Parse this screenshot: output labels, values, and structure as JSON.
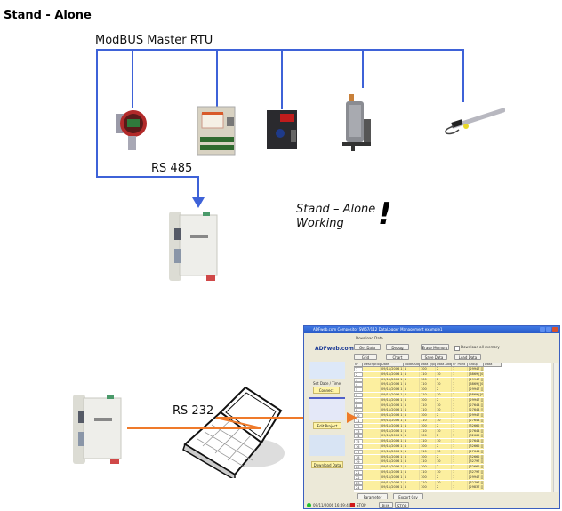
{
  "title": "Stand - Alone",
  "diagram": {
    "bus_label": "ModBUS Master RTU",
    "rs485_label": "RS 485",
    "rs232_label": "RS 232",
    "note_line1": "Stand – Alone",
    "note_line2": "Working",
    "note_mark": "!",
    "colors": {
      "bus": "#3e62d8",
      "serial": "#ef7a2a"
    },
    "devices": [
      "gas-detector",
      "plc-io-module",
      "controller-display",
      "boiler-tank",
      "temperature-probe"
    ]
  },
  "app": {
    "window_title": "ADFweb.com  Compositor SW67/112 DataLogger Management  example1",
    "logo": "ADFweb.com",
    "group_label": "Download Data",
    "buttons": {
      "get_data": "Get Data",
      "debug": "Debug",
      "erase_memory": "Erase Memory",
      "download_all": "Download all memory",
      "grid": "Grid",
      "chart": "Chart",
      "save_data": "Save Data",
      "load_data": "Load Data",
      "set_date_time": "Set Date / Time",
      "connect": "Connect",
      "edit_project": "Edit Project",
      "download_data": "Download Data",
      "parameter": "Parameter",
      "export_csv": "Export Csv",
      "run": "RUN",
      "stop": "STOP"
    },
    "table": {
      "columns": [
        "N°",
        "Description",
        "Date",
        "Node Addr",
        "Data Type",
        "Data Addr",
        "N° Point",
        "Group",
        "Data"
      ],
      "rows": [
        [
          "1",
          "",
          "09/11/2006 1",
          "1",
          "100",
          "2",
          "1",
          "[29947 []0"
        ],
        [
          "2",
          "",
          "09/11/2006 1",
          "1",
          "110",
          "10",
          "1",
          "[6869 []0 ]"
        ],
        [
          "3",
          "",
          "09/11/2006 1",
          "1",
          "100",
          "2",
          "1",
          "[29947 []0"
        ],
        [
          "4",
          "",
          "09/11/2006 1",
          "1",
          "110",
          "10",
          "1",
          "[6869 []0 ]"
        ],
        [
          "5",
          "",
          "09/11/2006 1",
          "1",
          "100",
          "2",
          "1",
          "[29947 []0"
        ],
        [
          "6",
          "",
          "09/11/2006 1",
          "1",
          "110",
          "10",
          "1",
          "[6869 []0 ]"
        ],
        [
          "7",
          "",
          "09/11/2006 1",
          "1",
          "100",
          "2",
          "1",
          "[29947 []0"
        ],
        [
          "8",
          "",
          "09/11/2006 1",
          "1",
          "110",
          "10",
          "1",
          "[27644 []0"
        ],
        [
          "9",
          "",
          "09/11/2006 1",
          "1",
          "110",
          "10",
          "1",
          "[27644 []0"
        ],
        [
          "10",
          "",
          "09/11/2006 1",
          "1",
          "100",
          "2",
          "1",
          "[29947 []0"
        ],
        [
          "11",
          "",
          "09/11/2006 1",
          "1",
          "110",
          "10",
          "1",
          "[27644 []0"
        ],
        [
          "12",
          "",
          "09/11/2006 1",
          "1",
          "100",
          "2",
          "1",
          "[32662 []0"
        ],
        [
          "13",
          "",
          "09/11/2006 1",
          "1",
          "110",
          "10",
          "1",
          "[27644 []0"
        ],
        [
          "14",
          "",
          "09/11/2006 1",
          "1",
          "100",
          "2",
          "1",
          "[32662 []0"
        ],
        [
          "15",
          "",
          "09/11/2006 1",
          "1",
          "110",
          "10",
          "1",
          "[27644 []0"
        ],
        [
          "16",
          "",
          "09/11/2006 1",
          "1",
          "100",
          "2",
          "1",
          "[32662 []0"
        ],
        [
          "17",
          "",
          "09/11/2006 1",
          "1",
          "110",
          "10",
          "1",
          "[27644 []0"
        ],
        [
          "18",
          "",
          "09/11/2006 1",
          "1",
          "100",
          "2",
          "1",
          "[32662 []0"
        ],
        [
          "19",
          "",
          "09/11/2006 1",
          "1",
          "110",
          "10",
          "1",
          "[32797 []0"
        ],
        [
          "20",
          "",
          "09/11/2006 1",
          "1",
          "100",
          "2",
          "1",
          "[32662 []0"
        ],
        [
          "21",
          "",
          "09/11/2006 1",
          "1",
          "110",
          "10",
          "1",
          "[32797 []0"
        ],
        [
          "22",
          "",
          "09/11/2006 1",
          "1",
          "100",
          "2",
          "1",
          "[29947 []0"
        ],
        [
          "23",
          "",
          "09/11/2006 1",
          "1",
          "110",
          "10",
          "1",
          "[32797 []0"
        ],
        [
          "24",
          "",
          "09/11/2006 1",
          "1",
          "100",
          "2",
          "1",
          "[29837 []0"
        ]
      ]
    },
    "status": {
      "timestamp": "09/11/2006 16:49:40",
      "state": "STOP",
      "indicator_colors": {
        "ok": "#22c02a",
        "stop": "#d01818"
      }
    }
  }
}
